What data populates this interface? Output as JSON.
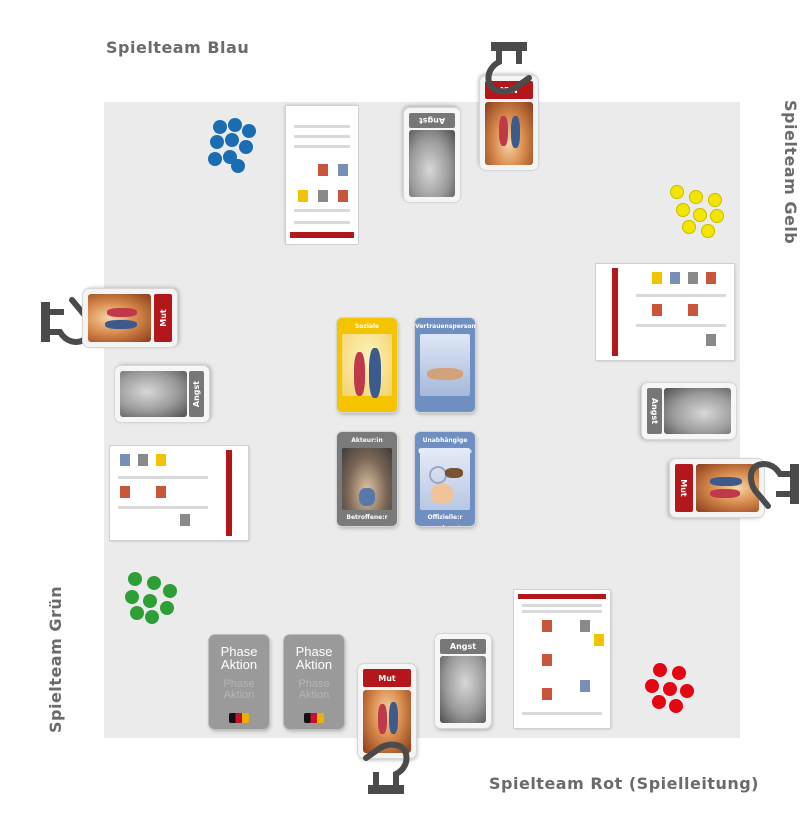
{
  "teams": {
    "blau": "Spielteam Blau",
    "gelb": "Spielteam Gelb",
    "gruen": "Spielteam Grün",
    "rot": "Spielteam Rot (Spielleitung)"
  },
  "cards": {
    "angst": "Angst",
    "mut": "Mut"
  },
  "center_roles": [
    {
      "title": "Soziale Bedeutung",
      "color": "#f5c400"
    },
    {
      "title": "Vertrauensperson",
      "color": "#6f8fc2"
    },
    {
      "title": "Akteur:in",
      "footer": "Betroffene:r",
      "color": "#7a7a7a"
    },
    {
      "title": "Unabhängige Beratungsstelle",
      "footer": "Offizielle:r Ansprechpartner:in",
      "color": "#6f8fc2"
    }
  ],
  "phase_cards": {
    "title": "Phase Aktion",
    "ghost": "Phase Aktion"
  },
  "colors": {
    "board": "#ebebeb",
    "mut": "#b3161b",
    "angst": "#777777",
    "blue_tokens": "#1b6db3",
    "yellow_tokens": "#f2e500",
    "green_tokens": "#2e9e36",
    "red_tokens": "#e30613"
  },
  "icons": [
    "hand-icon"
  ]
}
